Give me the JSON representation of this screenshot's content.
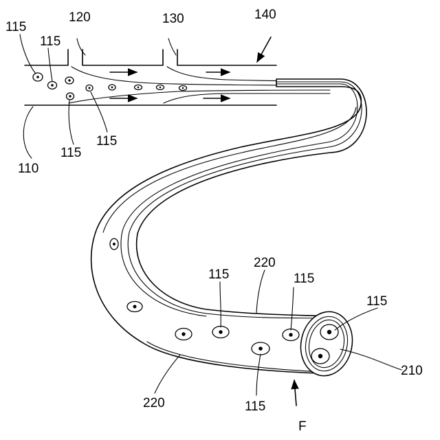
{
  "labels": {
    "cell_115_a": "115",
    "cell_115_b": "115",
    "cell_115_c": "115",
    "cell_115_d": "115",
    "cell_115_e": "115",
    "cell_115_f": "115",
    "cell_115_g": "115",
    "cell_115_h": "115",
    "channel_110": "110",
    "inlet_120": "120",
    "inlet_130": "130",
    "outlet_140": "140",
    "fiber_220_top": "220",
    "fiber_220_bottom": "220",
    "core_210": "210",
    "fiber_F": "F"
  },
  "colors": {
    "line": "#000000",
    "background": "#ffffff"
  }
}
